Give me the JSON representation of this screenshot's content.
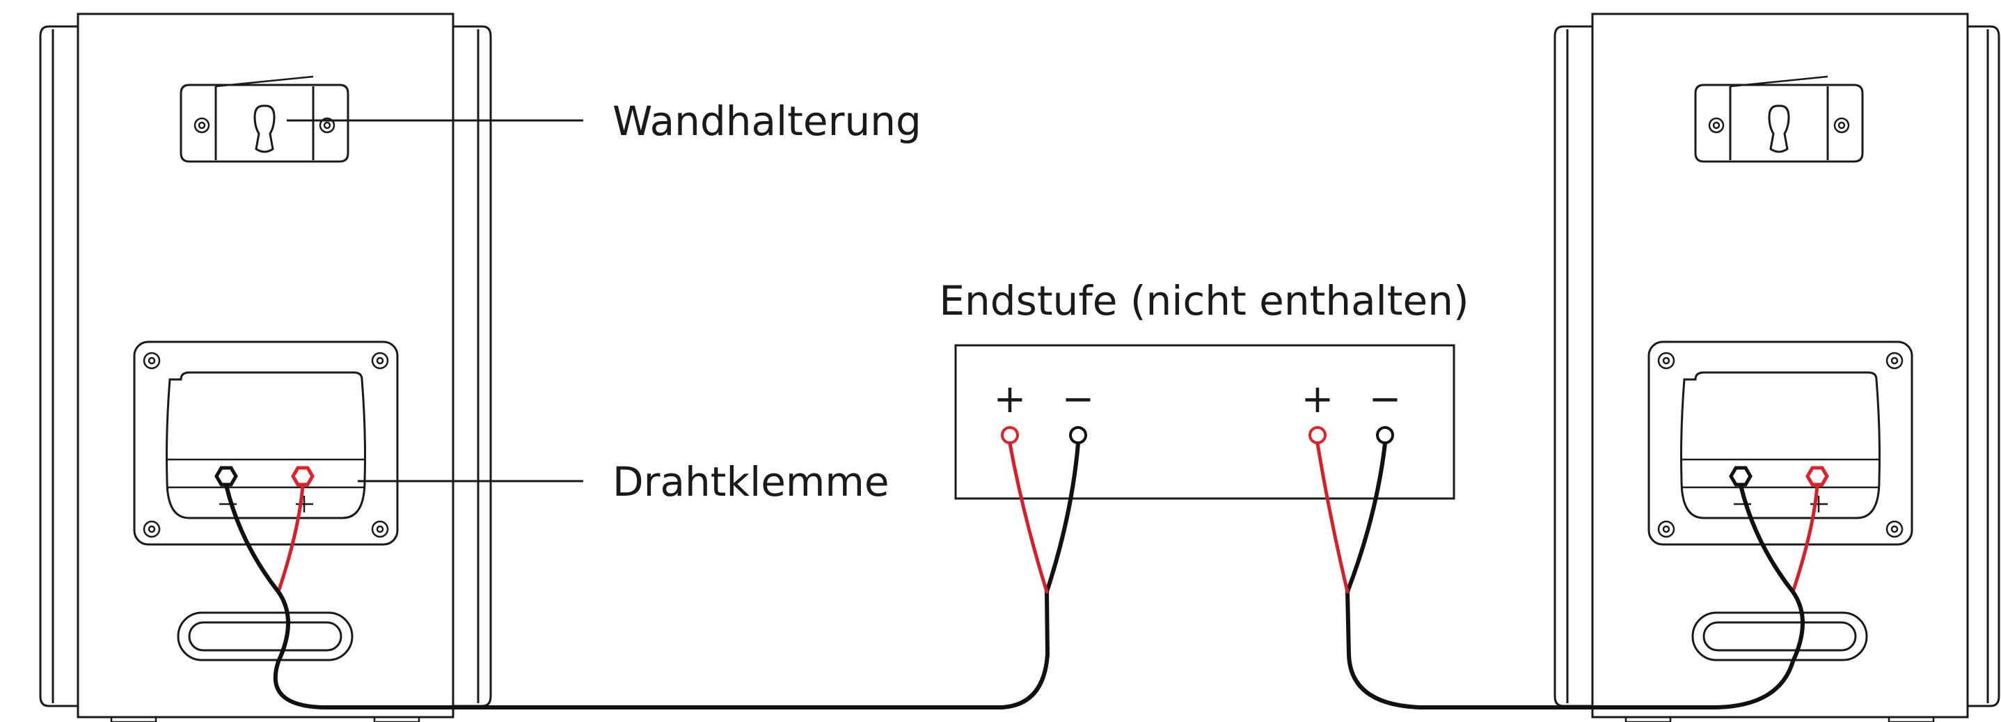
{
  "labels": {
    "wall_mount": "Wandhalterung",
    "wire_clamp": "Drahtklemme",
    "amplifier": "Endstufe (nicht enthalten)"
  },
  "amplifier_terminals": {
    "left_plus": "+",
    "left_minus": "−",
    "right_plus": "+",
    "right_minus": "−"
  },
  "colors": {
    "positive_wire": "#d81e28",
    "negative_wire": "#111111",
    "outline": "#1a1a1a"
  }
}
